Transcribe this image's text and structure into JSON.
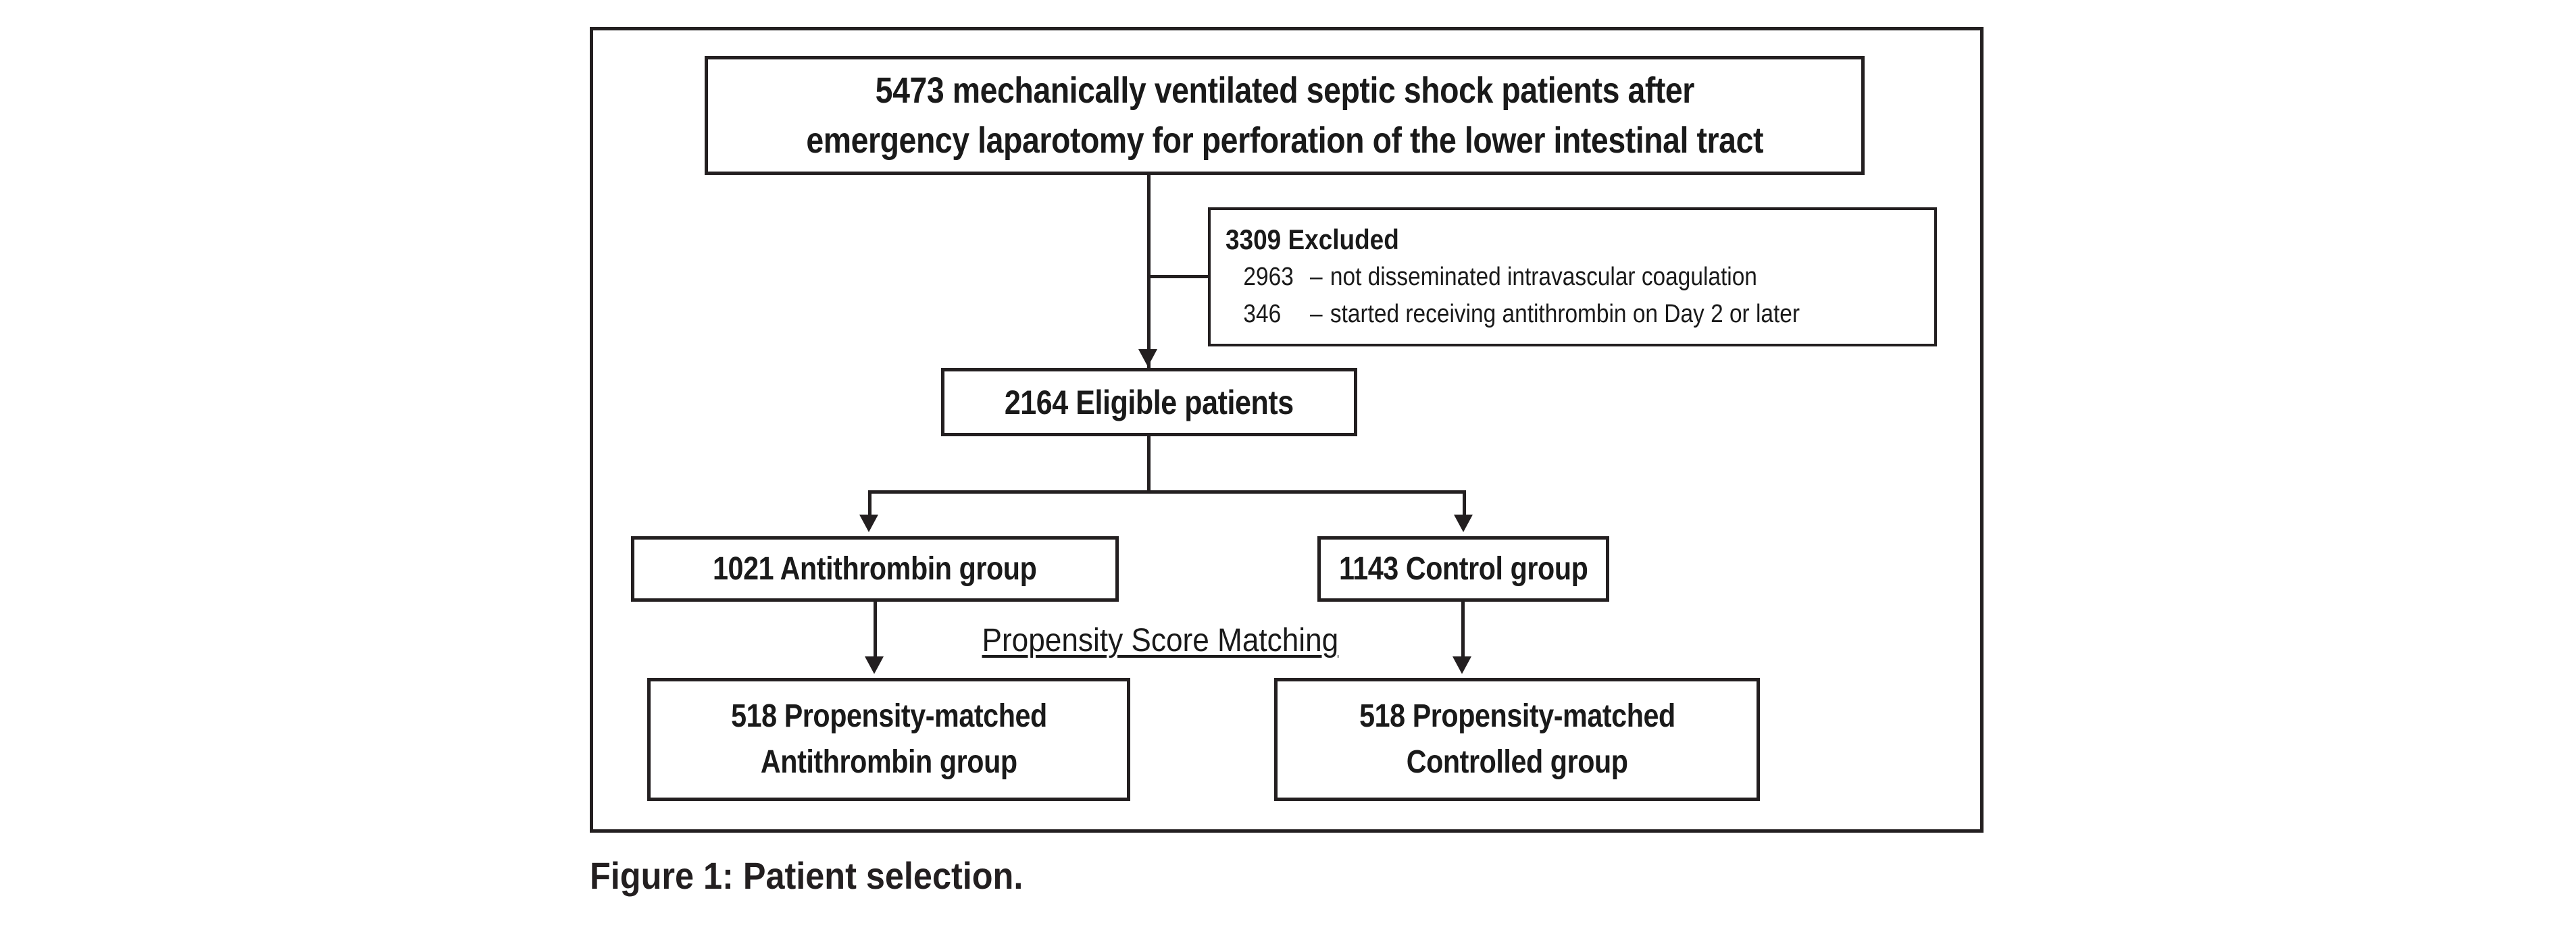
{
  "figure": {
    "caption": "Figure 1: Patient selection.",
    "ink_color": "#231f20",
    "background": "#ffffff"
  },
  "flowchart": {
    "type": "patient-selection-consort",
    "nodes": {
      "screened": {
        "line1": "5473 mechanically ventilated septic shock patients after",
        "line2": "emergency laparotomy for perforation of the lower intestinal tract",
        "count": 5473
      },
      "excluded": {
        "title": "3309 Excluded",
        "count": 3309,
        "reasons": [
          {
            "n": "2963",
            "dash": "–",
            "text": "not disseminated intravascular coagulation"
          },
          {
            "n": "346",
            "dash": "–",
            "text": "started receiving antithrombin on Day 2 or later"
          }
        ]
      },
      "eligible": {
        "line1": "2164 Eligible patients",
        "count": 2164
      },
      "antithrombin_group": {
        "line1": "1021 Antithrombin group",
        "count": 1021
      },
      "control_group": {
        "line1": "1143 Control group",
        "count": 1143
      },
      "matched_antithrombin": {
        "line1": "518 Propensity-matched",
        "line2": "Antithrombin group",
        "count": 518
      },
      "matched_control": {
        "line1": "518 Propensity-matched",
        "line2": "Controlled group",
        "count": 518
      }
    },
    "edge_labels": {
      "propensity": "Propensity Score Matching"
    }
  }
}
